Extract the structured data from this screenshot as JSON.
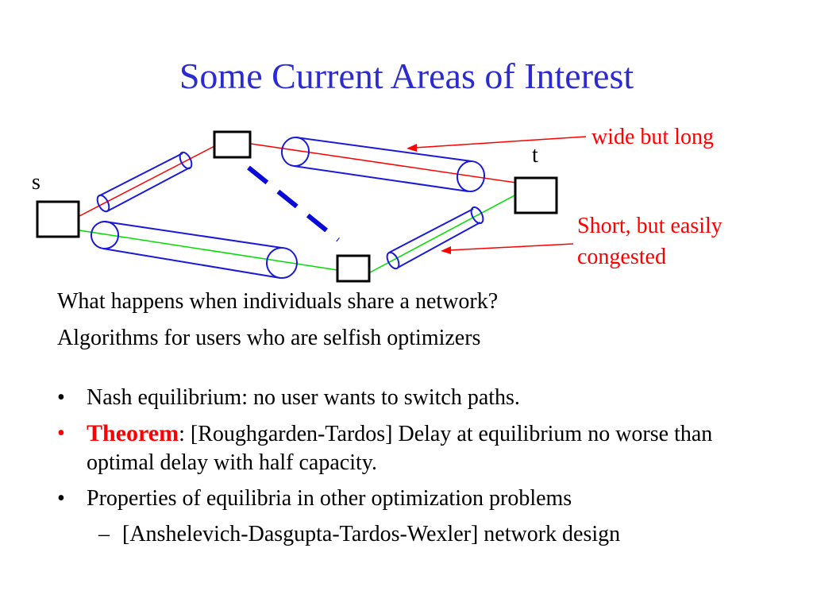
{
  "colors": {
    "title": "#2b2bd1",
    "annotation": "#ff0000",
    "edge_red": "#ff0000",
    "edge_green": "#00dd00",
    "capacity_tube": "#1a1ad6",
    "dashed_edge": "#0a0ad8"
  },
  "slide": {
    "title": "Some Current Areas of Interest"
  },
  "diagram": {
    "node_s": "s",
    "node_t": "t",
    "annotation_top": "wide but long",
    "annotation_bottom_line1": "Short, but easily",
    "annotation_bottom_line2": "congested"
  },
  "body": {
    "line1": "What happens when individuals share a network?",
    "line2": "Algorithms for users who are selfish optimizers"
  },
  "bullets": {
    "mark": "•",
    "item1": "Nash equilibrium: no user wants to switch paths.",
    "item2_strong": "Theorem",
    "item2_rest": ": [Roughgarden-Tardos]  Delay at equilibrium no worse than optimal delay with half capacity.",
    "item3": "Properties of equilibria in other optimization problems",
    "sub_mark": "–",
    "sub_item1": "[Anshelevich-Dasgupta-Tardos-Wexler] network design"
  }
}
